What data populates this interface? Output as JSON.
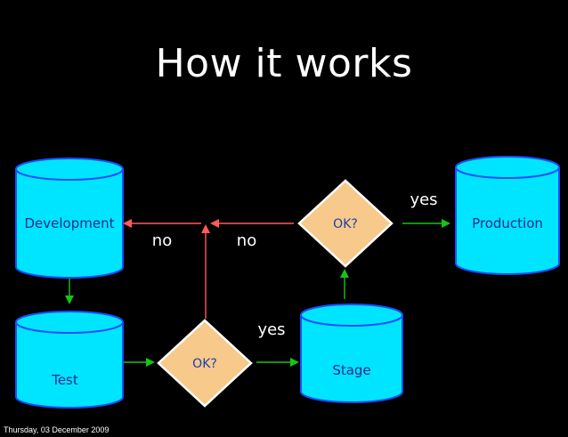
{
  "slide": {
    "title": "How it works",
    "footer": "Thursday, 03 December 2009"
  },
  "nodes": {
    "development": "Development",
    "test": "Test",
    "stage": "Stage",
    "production": "Production",
    "ok_decision_top": "OK?",
    "ok_decision_bottom": "OK?"
  },
  "edge_labels": {
    "no_left": "no",
    "no_right": "no",
    "yes_bottom": "yes",
    "yes_top": "yes"
  },
  "colors": {
    "background": "#000000",
    "database_fill": "#00e5ff",
    "database_stroke": "#1e4dff",
    "database_text": "#1b2a8f",
    "decision_fill": "#f7c98a",
    "decision_stroke": "#ffffff",
    "decision_text": "#1b3fae",
    "arrow_green": "#16c416",
    "arrow_red": "#ff5a5a",
    "text_white": "#ffffff"
  }
}
